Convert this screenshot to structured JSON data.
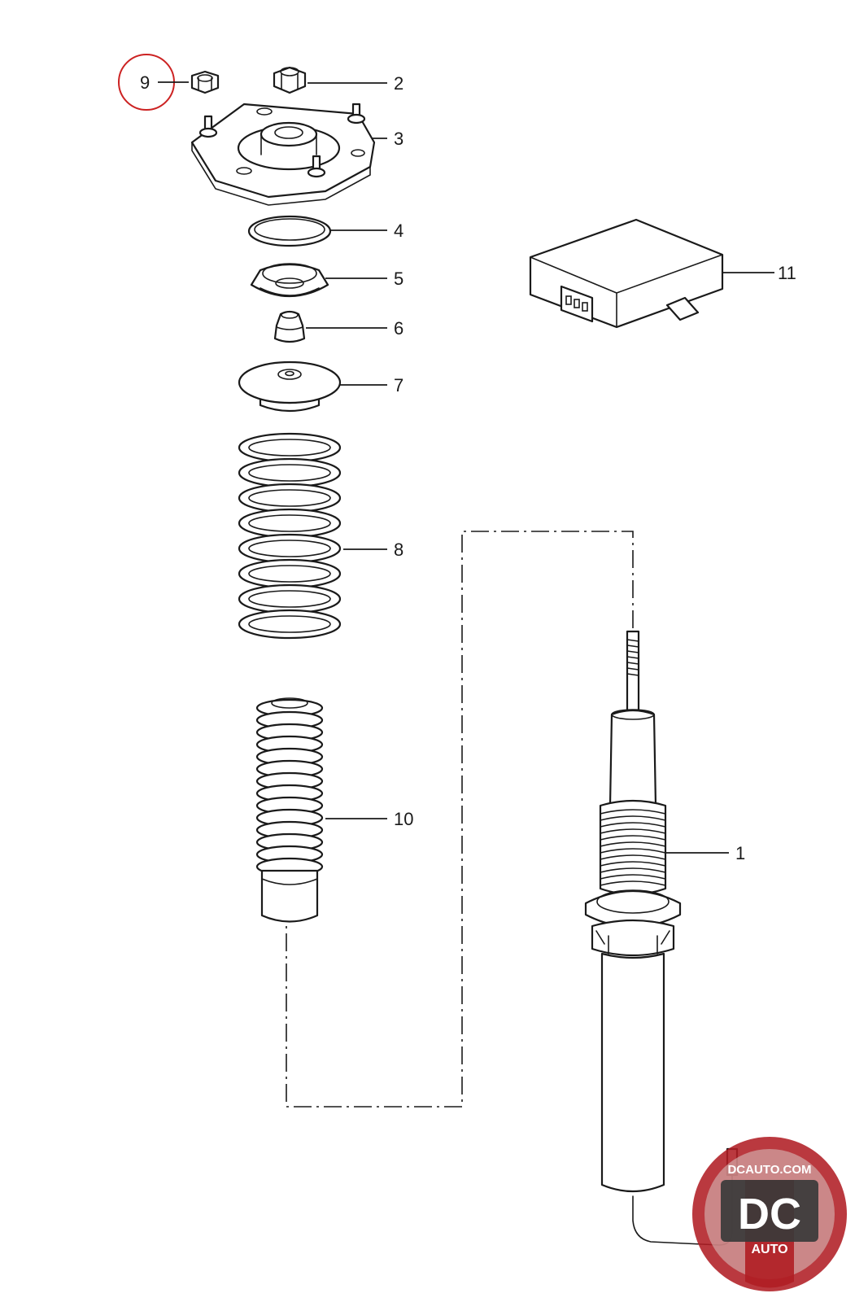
{
  "callouts": {
    "p1": "1",
    "p2": "2",
    "p3": "3",
    "p4": "4",
    "p5": "5",
    "p6": "6",
    "p7": "7",
    "p8": "8",
    "p9": "9",
    "p10": "10",
    "p11": "11"
  },
  "highlight": {
    "callout": "9",
    "color": "#cc2222"
  },
  "watermark": {
    "url_text": "DCAUTO.COM",
    "logo_text": "DC",
    "sub_text": "AUTO",
    "colors": {
      "ring": "#b01e24",
      "inner": "#3a3a3a",
      "text": "#ffffff"
    }
  }
}
